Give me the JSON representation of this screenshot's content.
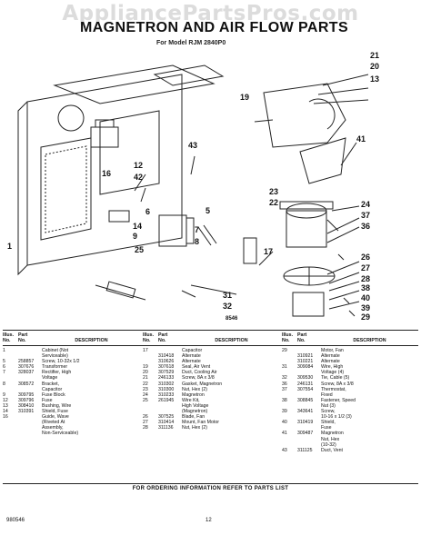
{
  "watermark": "AppliancePartsPros.com",
  "title": "MAGNETRON AND AIR FLOW PARTS",
  "model_line": "For Model RJM 2840P0",
  "diagram": {
    "callouts": [
      "21",
      "20",
      "13",
      "19",
      "41",
      "43",
      "12",
      "42",
      "16",
      "1",
      "14",
      "9",
      "25",
      "7",
      "8",
      "6",
      "5",
      "17",
      "31",
      "32",
      "23",
      "22",
      "24",
      "37",
      "36",
      "26",
      "27",
      "28",
      "38",
      "40",
      "39",
      "29"
    ],
    "code": "8546"
  },
  "table": {
    "headers": {
      "illus": "Illus.\nNo.",
      "part": "Part\nNo.",
      "desc": "DESCRIPTION"
    },
    "columns": [
      [
        {
          "illus": "1",
          "part": "",
          "desc": "Cabinet (Not\nServiceable)"
        },
        {
          "illus": "5",
          "part": "258857",
          "desc": "Screw, 10-32x 1/2"
        },
        {
          "illus": "6",
          "part": "307676",
          "desc": "Transformer"
        },
        {
          "illus": "7",
          "part": "328037",
          "desc": "Rectifier, High\nVoltage"
        },
        {
          "illus": "8",
          "part": "308572",
          "desc": "Bracket,\nCapacitor"
        },
        {
          "illus": "9",
          "part": "309795",
          "desc": "Fuse Block"
        },
        {
          "illus": "12",
          "part": "309796",
          "desc": "Fuse"
        },
        {
          "illus": "13",
          "part": "308410",
          "desc": "Bushing, Wire"
        },
        {
          "illus": "14",
          "part": "310391",
          "desc": "Shield, Fuse"
        },
        {
          "illus": "16",
          "part": "",
          "desc": "Guide, Wave\n(Riveted At\nAssembly,\nNon-Serviceable)"
        }
      ],
      [
        {
          "illus": "17",
          "part": "",
          "desc": "Capacitor"
        },
        {
          "illus": "",
          "part": "310418",
          "desc": "Alternate"
        },
        {
          "illus": "",
          "part": "310626",
          "desc": "Alternate"
        },
        {
          "illus": "19",
          "part": "307618",
          "desc": "Seal, Air Vent"
        },
        {
          "illus": "20",
          "part": "307529",
          "desc": "Duct, Cooling Air"
        },
        {
          "illus": "21",
          "part": "246133",
          "desc": "Screw, 8A x 3/8"
        },
        {
          "illus": "22",
          "part": "310302",
          "desc": "Gasket, Magnetron"
        },
        {
          "illus": "23",
          "part": "310300",
          "desc": "Nut, Hex (2)"
        },
        {
          "illus": "24",
          "part": "310233",
          "desc": "Magnetron"
        },
        {
          "illus": "25",
          "part": "261945",
          "desc": "Wire Kit,\nHigh Voltage\n(Magnetron)"
        },
        {
          "illus": "26",
          "part": "307525",
          "desc": "Blade, Fan"
        },
        {
          "illus": "27",
          "part": "310414",
          "desc": "Mount, Fan Motor"
        },
        {
          "illus": "28",
          "part": "311136",
          "desc": "Nut, Hex (2)"
        }
      ],
      [
        {
          "illus": "29",
          "part": "",
          "desc": "Motor, Fan"
        },
        {
          "illus": "",
          "part": "310921",
          "desc": "Alternate"
        },
        {
          "illus": "",
          "part": "310221",
          "desc": "Alternate"
        },
        {
          "illus": "31",
          "part": "309084",
          "desc": "Wire, High\nVoltage (4)"
        },
        {
          "illus": "32",
          "part": "309530",
          "desc": "Tie, Cable (5)"
        },
        {
          "illus": "36",
          "part": "246131",
          "desc": "Screw, 8A x 3/8"
        },
        {
          "illus": "37",
          "part": "307554",
          "desc": "Thermostat,\nFixed"
        },
        {
          "illus": "38",
          "part": "308845",
          "desc": "Fastener, Speed\nNut (3)"
        },
        {
          "illus": "39",
          "part": "343641",
          "desc": "Screw,\n10-16 x 1/2 (3)"
        },
        {
          "illus": "40",
          "part": "310419",
          "desc": "Shield,\nFuse"
        },
        {
          "illus": "41",
          "part": "309487",
          "desc": "Magnetron\nNut, Hex\n(10-32)"
        },
        {
          "illus": "43",
          "part": "311125",
          "desc": "Duct, Vent"
        }
      ]
    ]
  },
  "footer_text": "FOR ORDERING INFORMATION REFER TO PARTS LIST",
  "doc_number": "980546",
  "page_number": "12"
}
